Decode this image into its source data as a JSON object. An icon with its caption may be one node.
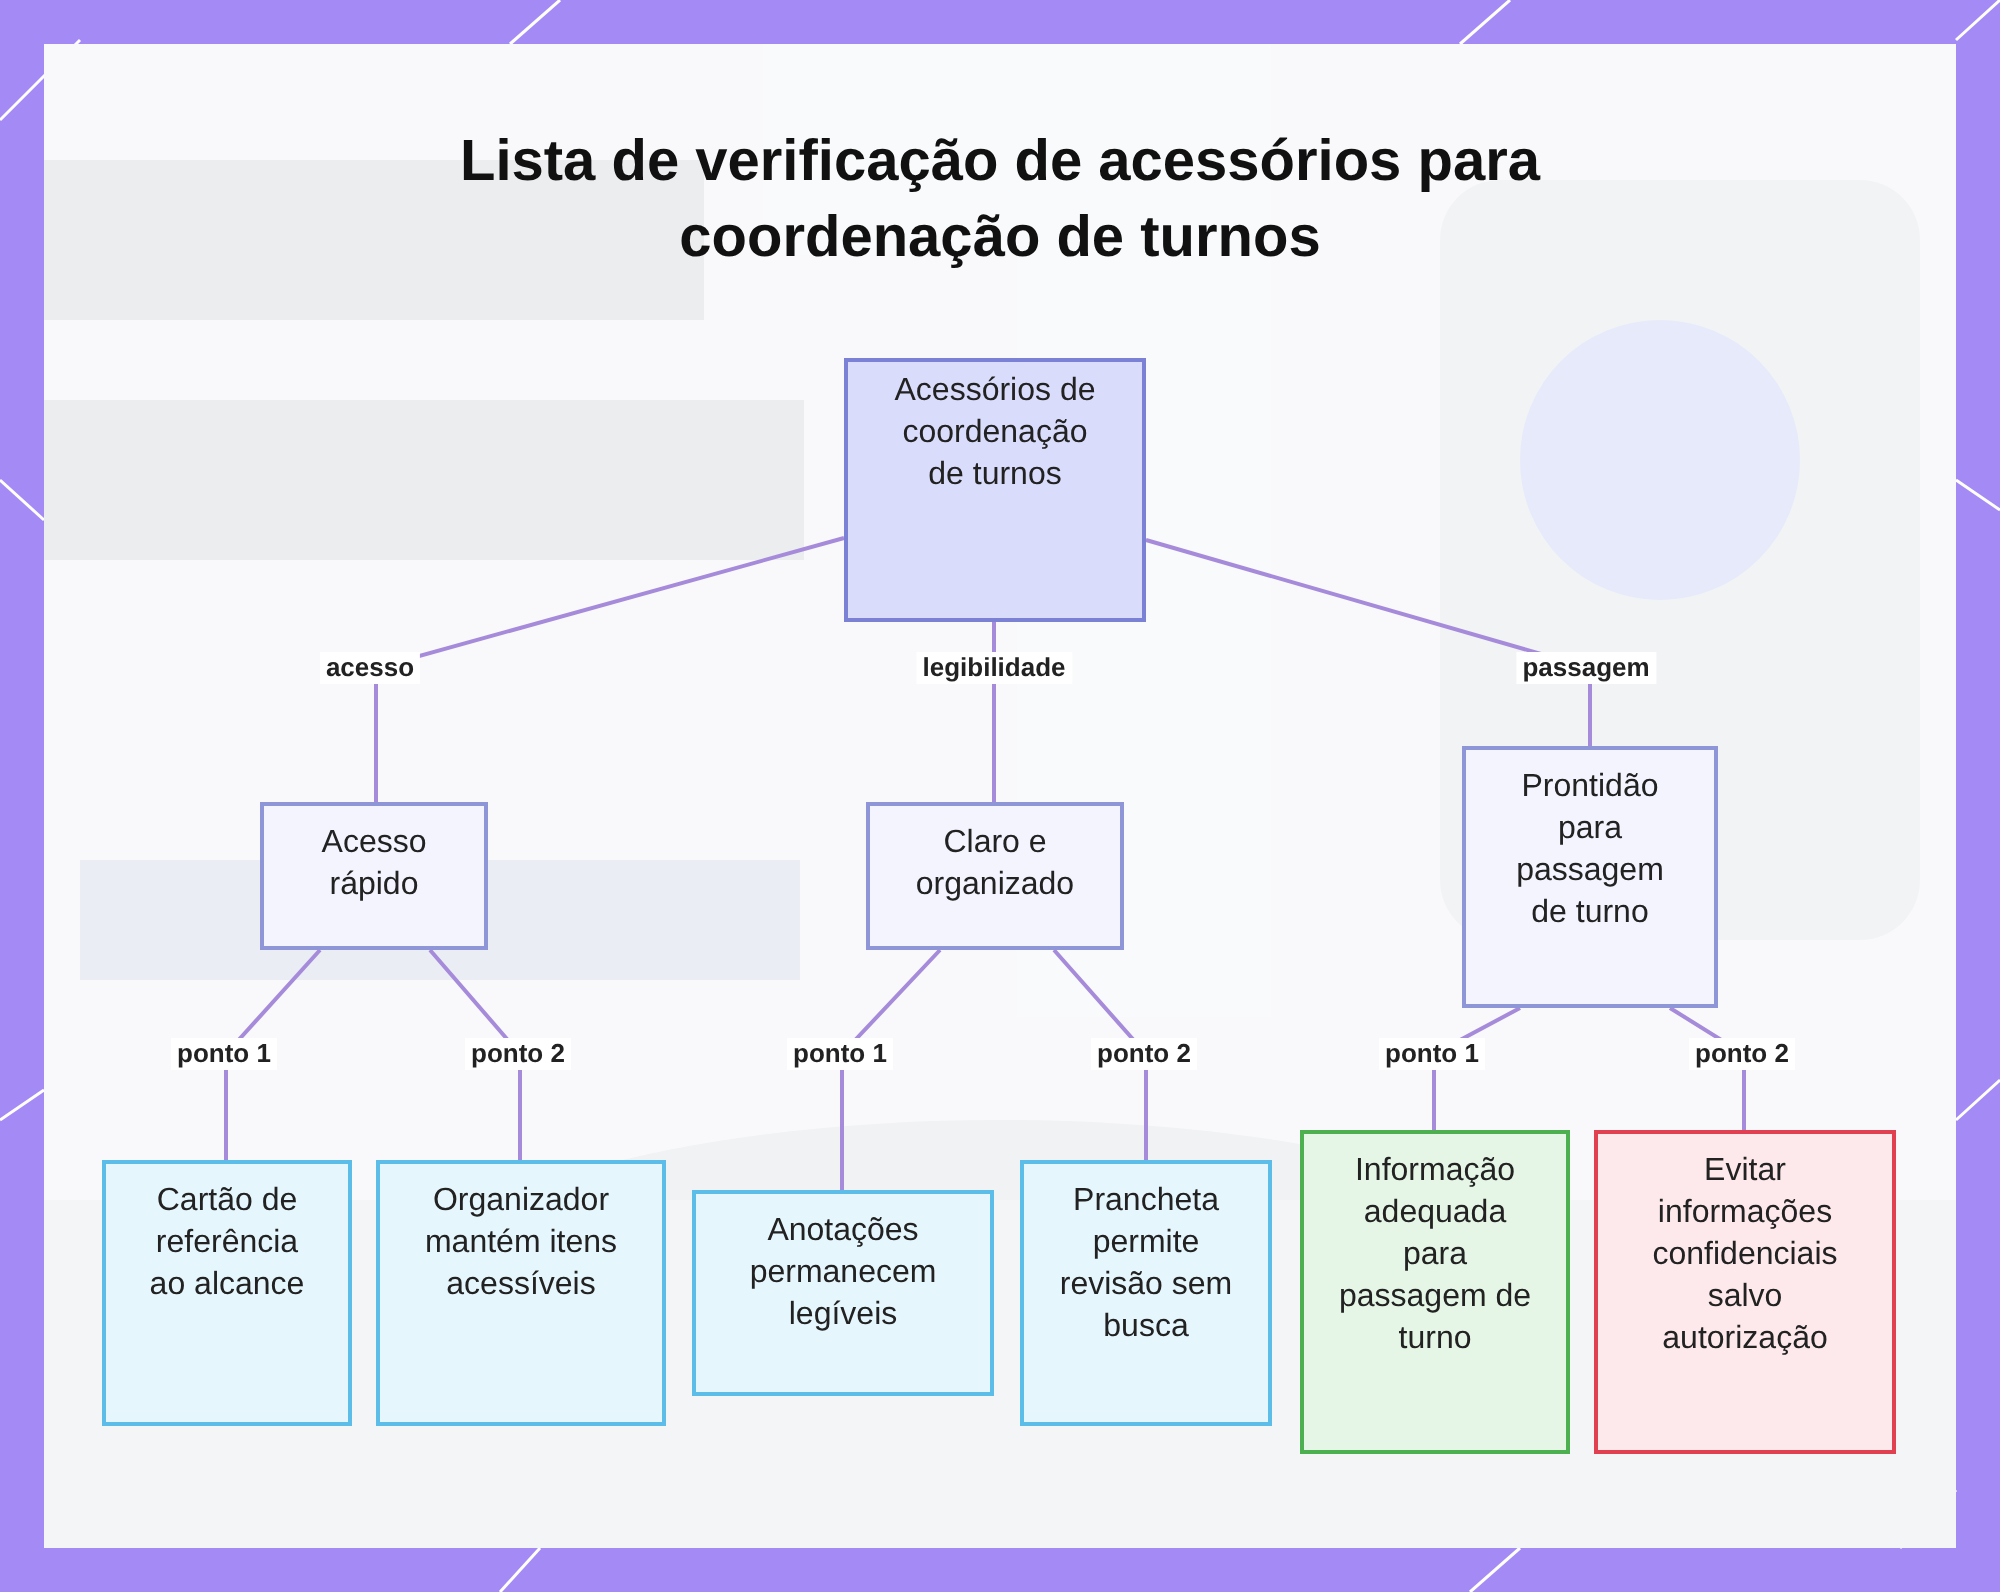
{
  "diagram": {
    "title": "Lista de verificação de acessórios para coordenação de turnos",
    "nodes": [
      {
        "text": [
          "Acessórios de coordenação de turnos"
        ]
      },
      {
        "text": [
          "Acesso rápido"
        ]
      },
      {
        "text": [
          "Claro e organizado"
        ]
      },
      {
        "text": [
          "Prontidão para passagem de turno"
        ]
      },
      {
        "text": [
          "Cartão de referência ao alcance"
        ]
      },
      {
        "text": [
          "Organizador mantém itens acessíveis"
        ]
      },
      {
        "text": [
          "Anotações permanecem legíveis"
        ]
      },
      {
        "text": [
          "Prancheta permite revisão sem busca"
        ]
      },
      {
        "text": [
          "Informação adequada para passagem de turno"
        ]
      },
      {
        "text": [
          "Evitar informações confidenciais salvo autorização"
        ]
      }
    ],
    "edges": [
      {
        "from": 0,
        "to": 1,
        "arrow": "none",
        "label": "acesso"
      },
      {
        "from": 0,
        "to": 2,
        "arrow": "none",
        "label": "legibilidade"
      },
      {
        "from": 0,
        "to": 3,
        "arrow": "none",
        "label": "passagem"
      },
      {
        "from": 1,
        "to": 4,
        "arrow": "none",
        "label": "ponto 1"
      },
      {
        "from": 1,
        "to": 5,
        "arrow": "none",
        "label": "ponto 2"
      },
      {
        "from": 2,
        "to": 6,
        "arrow": "none",
        "label": "ponto 1"
      },
      {
        "from": 2,
        "to": 7,
        "arrow": "none",
        "label": "ponto 2"
      },
      {
        "from": 3,
        "to": 8,
        "arrow": "none",
        "label": "ponto 1"
      },
      {
        "from": 3,
        "to": 9,
        "arrow": "none",
        "label": "ponto 2"
      }
    ]
  }
}
